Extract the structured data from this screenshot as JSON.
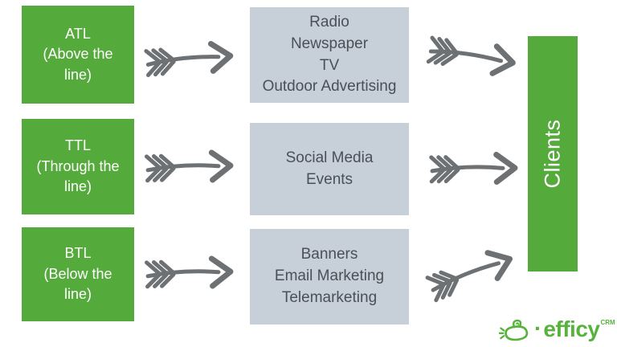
{
  "diagram": {
    "rows": [
      {
        "source": "ATL\n(Above the\nline)",
        "channels": "Radio\nNewspaper\nTV\nOutdoor Advertising"
      },
      {
        "source": "TTL\n(Through the\nline)",
        "channels": "Social Media\nEvents"
      },
      {
        "source": "BTL\n(Below the\nline)",
        "channels": "Banners\nEmail Marketing\nTelemarketing"
      }
    ],
    "target": {
      "label": "Clients"
    }
  },
  "logo": {
    "icon": "submarine-doodle-icon",
    "separator": "·",
    "brand": "efficy",
    "suffix": "CRM"
  },
  "colors": {
    "accent_green": "#55aa3c",
    "channel_gray": "#c7cfd8",
    "arrow_gray": "#6e7173",
    "dark_text": "#4a5058",
    "light_text": "#ffffff",
    "logo_green": "#57b33b"
  }
}
